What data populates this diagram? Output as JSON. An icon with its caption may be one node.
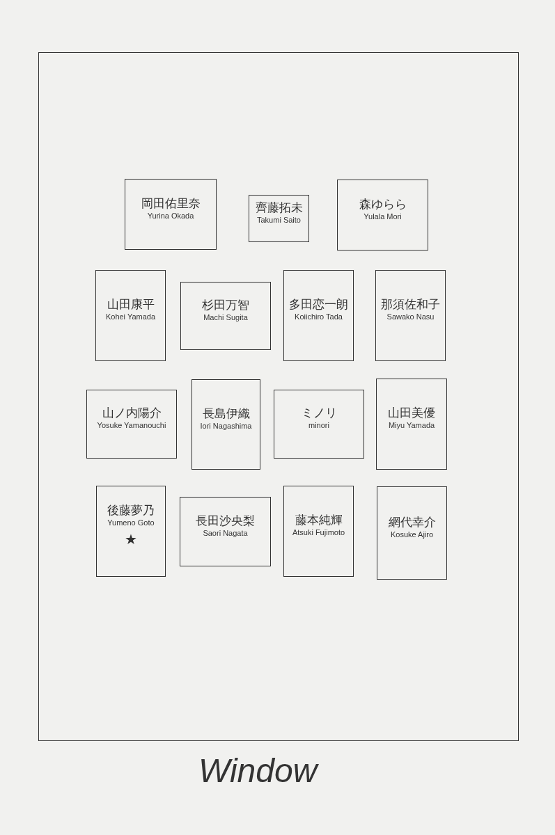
{
  "diagram": {
    "nodes": [
      {
        "text": [],
        "shape": "box"
      },
      {
        "text": [
          "岡田佑里奈",
          "Yurina Okada"
        ],
        "in": 0
      },
      {
        "text": [
          "齊藤拓未",
          "Takumi Saito"
        ],
        "in": 0
      },
      {
        "text": [
          "森ゆらら",
          "Yulala Mori"
        ],
        "in": 0
      },
      {
        "text": [
          "山田康平",
          "Kohei Yamada"
        ],
        "in": 0
      },
      {
        "text": [
          "杉田万智",
          "Machi Sugita"
        ],
        "in": 0
      },
      {
        "text": [
          "多田恋一朗",
          "Koiichiro Tada"
        ],
        "in": 0
      },
      {
        "text": [
          "那須佐和子",
          "Sawako Nasu"
        ],
        "in": 0
      },
      {
        "text": [
          "山ノ内陽介",
          "Yosuke Yamanouchi"
        ],
        "in": 0
      },
      {
        "text": [
          "長島伊織",
          "Iori Nagashima"
        ],
        "in": 0
      },
      {
        "text": [
          "ミノリ",
          "minori"
        ],
        "in": 0
      },
      {
        "text": [
          "山田美優",
          "Miyu Yamada"
        ],
        "in": 0
      },
      {
        "text": [
          "後藤夢乃",
          "Yumeno Goto",
          "★"
        ],
        "in": 0
      },
      {
        "text": [
          "長田沙央梨",
          "Saori Nagata"
        ],
        "in": 0
      },
      {
        "text": [
          "藤本純輝",
          "Atsuki Fujimoto"
        ],
        "in": 0
      },
      {
        "text": [
          "網代幸介",
          "Kosuke Ajiro"
        ],
        "in": 0
      }
    ],
    "labels": [
      "Window"
    ]
  }
}
